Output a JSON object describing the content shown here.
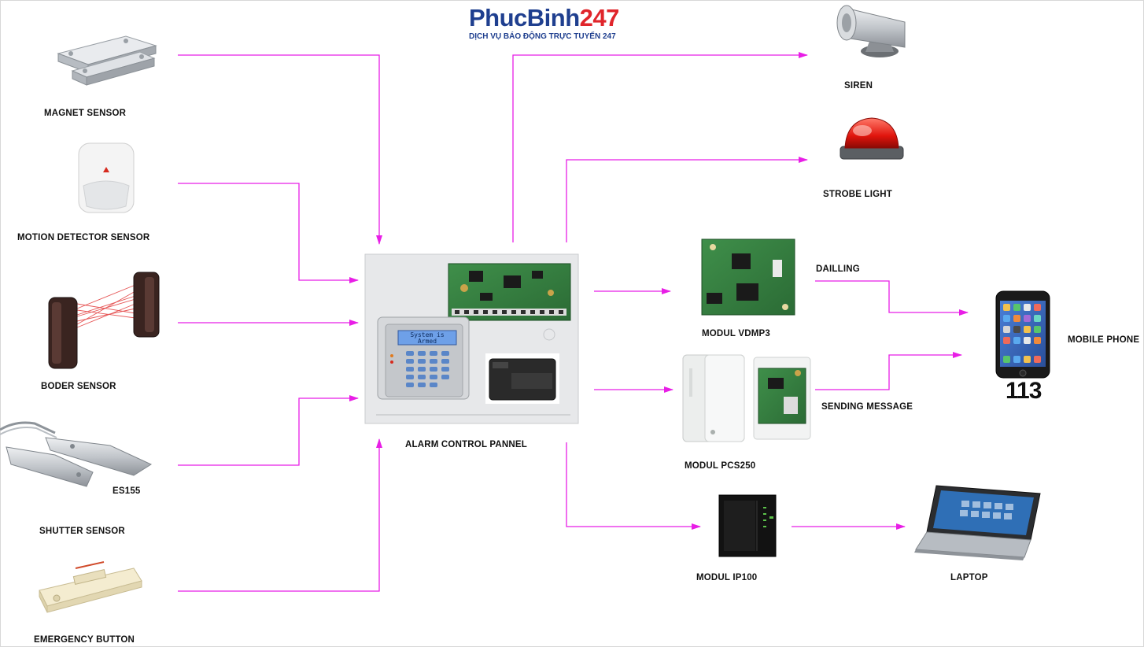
{
  "logo": {
    "brand_a": "PhucBinh",
    "brand_b": "247",
    "subtitle": "DỊCH VỤ BÁO ĐỘNG TRỰC TUYẾN 247"
  },
  "inputs": {
    "magnet_sensor": "MAGNET SENSOR",
    "motion_detector_sensor": "MOTION DETECTOR SENSOR",
    "boder_sensor": "BODER SENSOR",
    "shutter_model": "ES155",
    "shutter_sensor": "SHUTTER SENSOR",
    "emergency_button": "EMERGENCY BUTTON"
  },
  "panel": {
    "label": "ALARM CONTROL PANNEL",
    "lcd_line1": "System is",
    "lcd_line2": "Armed"
  },
  "outputs": {
    "siren": "SIREN",
    "strobe_light": "STROBE LIGHT",
    "modul_vdmp3": "MODUL VDMP3",
    "dailling": "DAILLING",
    "modul_pcs250": "MODUL PCS250",
    "sending_message": "SENDING MESSAGE",
    "mobile_phone": "MOBILE PHONE",
    "emergency_number": "113",
    "modul_ip100": "MODUL IP100",
    "laptop": "LAPTOP"
  },
  "colors": {
    "connector": "#e81ee6",
    "brand_blue": "#1f3f8f",
    "brand_red": "#e0252b"
  }
}
